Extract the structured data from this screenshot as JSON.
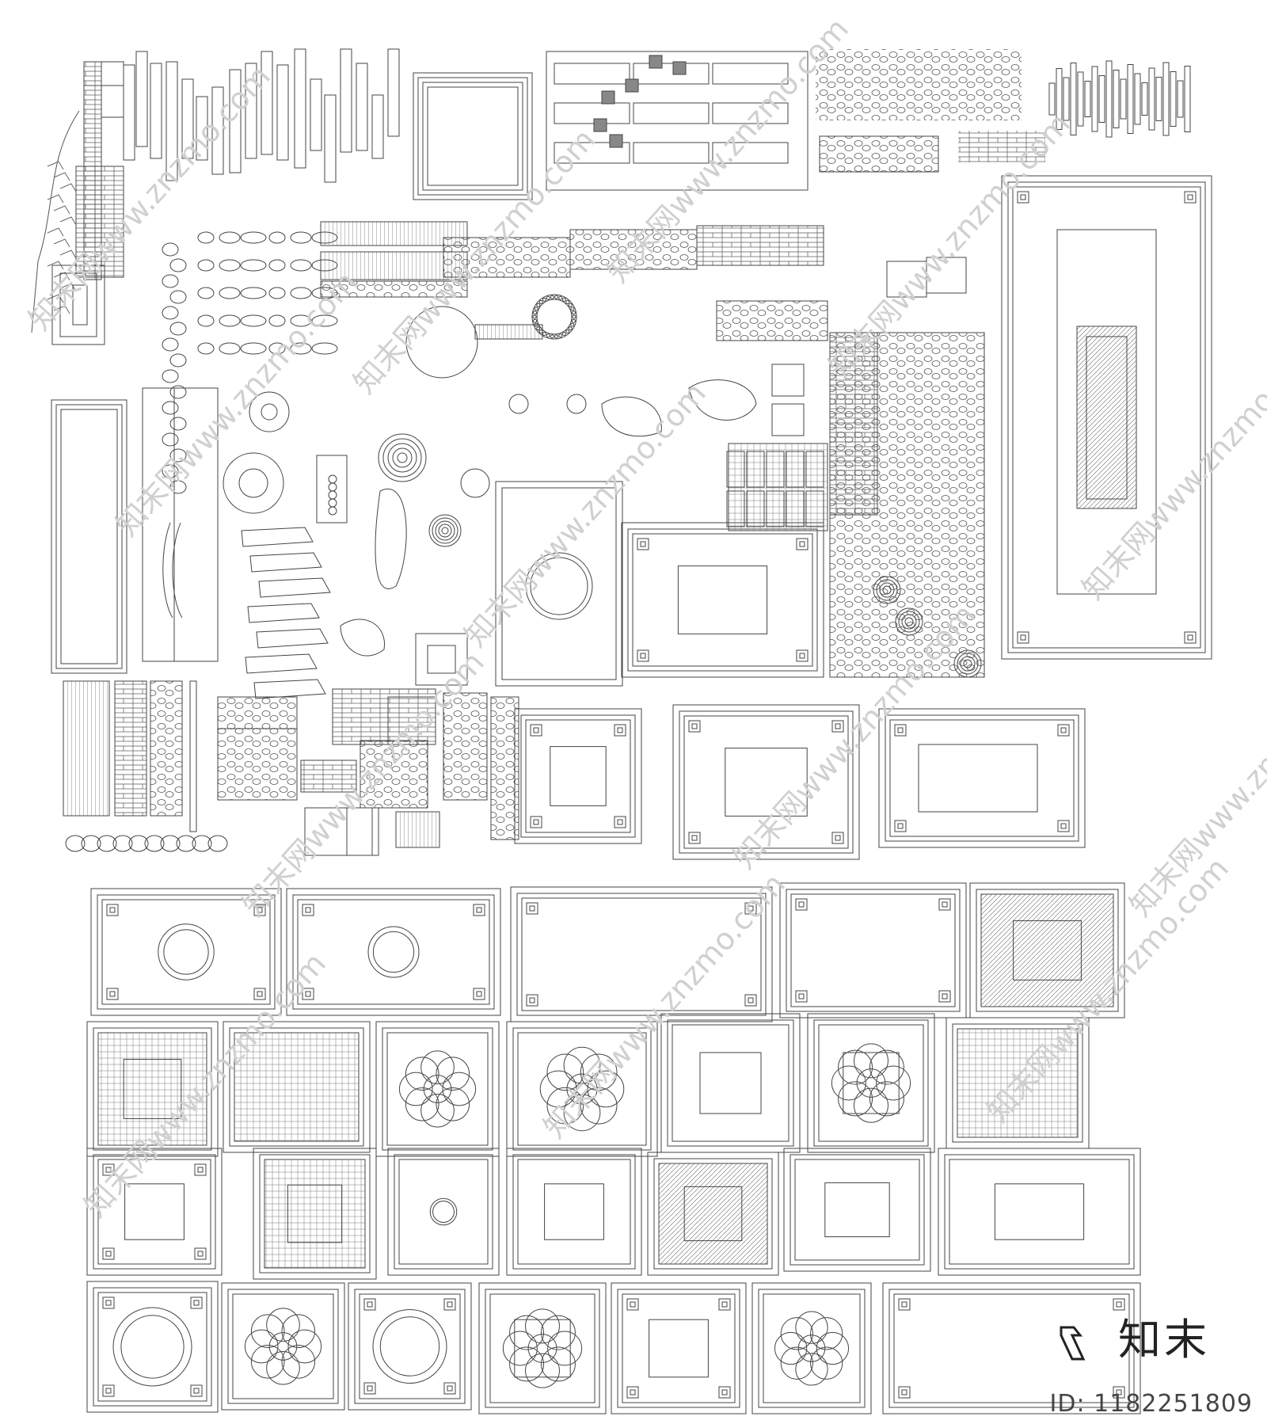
{
  "watermark": {
    "text": "知末网www.znzmo.com",
    "short": "znzmo.com"
  },
  "logo": {
    "text": "知末",
    "id_text": "ID: 1182251809"
  },
  "colors": {
    "line": "#444444",
    "bg": "#ffffff"
  }
}
